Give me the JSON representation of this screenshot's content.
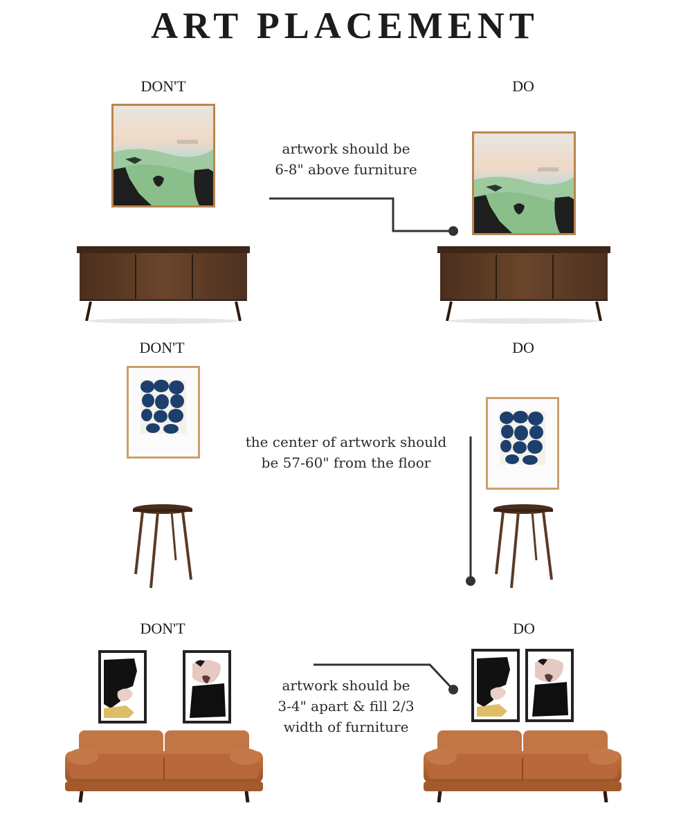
{
  "title": "ART PLACEMENT",
  "rows": [
    {
      "dont_label": "DON'T",
      "do_label": "DO",
      "note_lines": [
        "artwork should be",
        "6-8\" above furniture"
      ]
    },
    {
      "dont_label": "DON'T",
      "do_label": "DO",
      "note_lines": [
        "the center of artwork should",
        "be 57-60\" from the floor"
      ]
    },
    {
      "dont_label": "DON'T",
      "do_label": "DO",
      "note_lines": [
        "artwork should be",
        "3-4\" apart & fill 2/3",
        "width of furniture"
      ]
    }
  ],
  "colors": {
    "connector": "#333333",
    "walnut": "#5a3a24",
    "leather": "#b8683a",
    "landscape_green": "#8fbf95",
    "indigo": "#1d3f6e"
  }
}
